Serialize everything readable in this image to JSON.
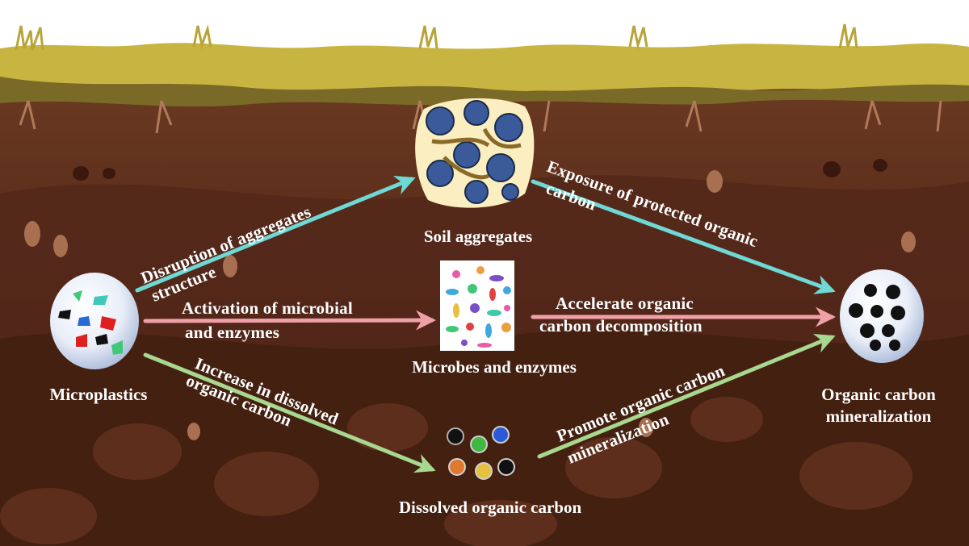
{
  "nodes": {
    "microplastics": "Microplastics",
    "soil_aggregates": "Soil aggregates",
    "microbes": "Microbes and enzymes",
    "doc": "Dissolved organic carbon",
    "mineralization": [
      "Organic carbon",
      "mineralization"
    ]
  },
  "edges": {
    "disruption": [
      "Disruption of aggregates",
      "structure"
    ],
    "activation": [
      "Activation of microbial",
      "and enzymes"
    ],
    "increase": [
      "Increase in dissolved",
      "organic carbon"
    ],
    "exposure": [
      "Exposure of protected organic",
      "carbon"
    ],
    "accelerate": [
      "Accelerate organic",
      "carbon decomposition"
    ],
    "promote": [
      "Promote organic carbon",
      "mineralization"
    ]
  },
  "colors": {
    "arrow_cyan": "#6fd8d4",
    "arrow_pink": "#f0a0a8",
    "arrow_green": "#a8d890",
    "grass": "#c8b440",
    "soil_dark": "#3e1a10",
    "soil_mid": "#5a2a18"
  }
}
